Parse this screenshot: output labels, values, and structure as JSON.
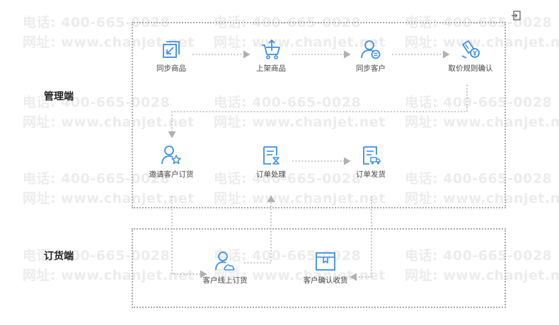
{
  "watermark": {
    "phone": "电话: 400-665-0028",
    "site": "网址: www.chanjet.net"
  },
  "sections": {
    "admin_label": "管理端",
    "order_label": "订货端"
  },
  "nodes": {
    "sync_goods": "同步商品",
    "listing_goods": "上架商品",
    "sync_customers": "同步客户",
    "price_rule_confirm": "取价规则确认",
    "invite_customer_order": "邀请客户订货",
    "order_processing": "订单处理",
    "order_shipping": "订单发货",
    "customer_online_order": "客户线上订货",
    "customer_confirm_receipt": "客户确认收货"
  },
  "colors": {
    "icon": "#3a8ee6",
    "connector": "#b0b0b0",
    "border": "#a8a8a8"
  }
}
